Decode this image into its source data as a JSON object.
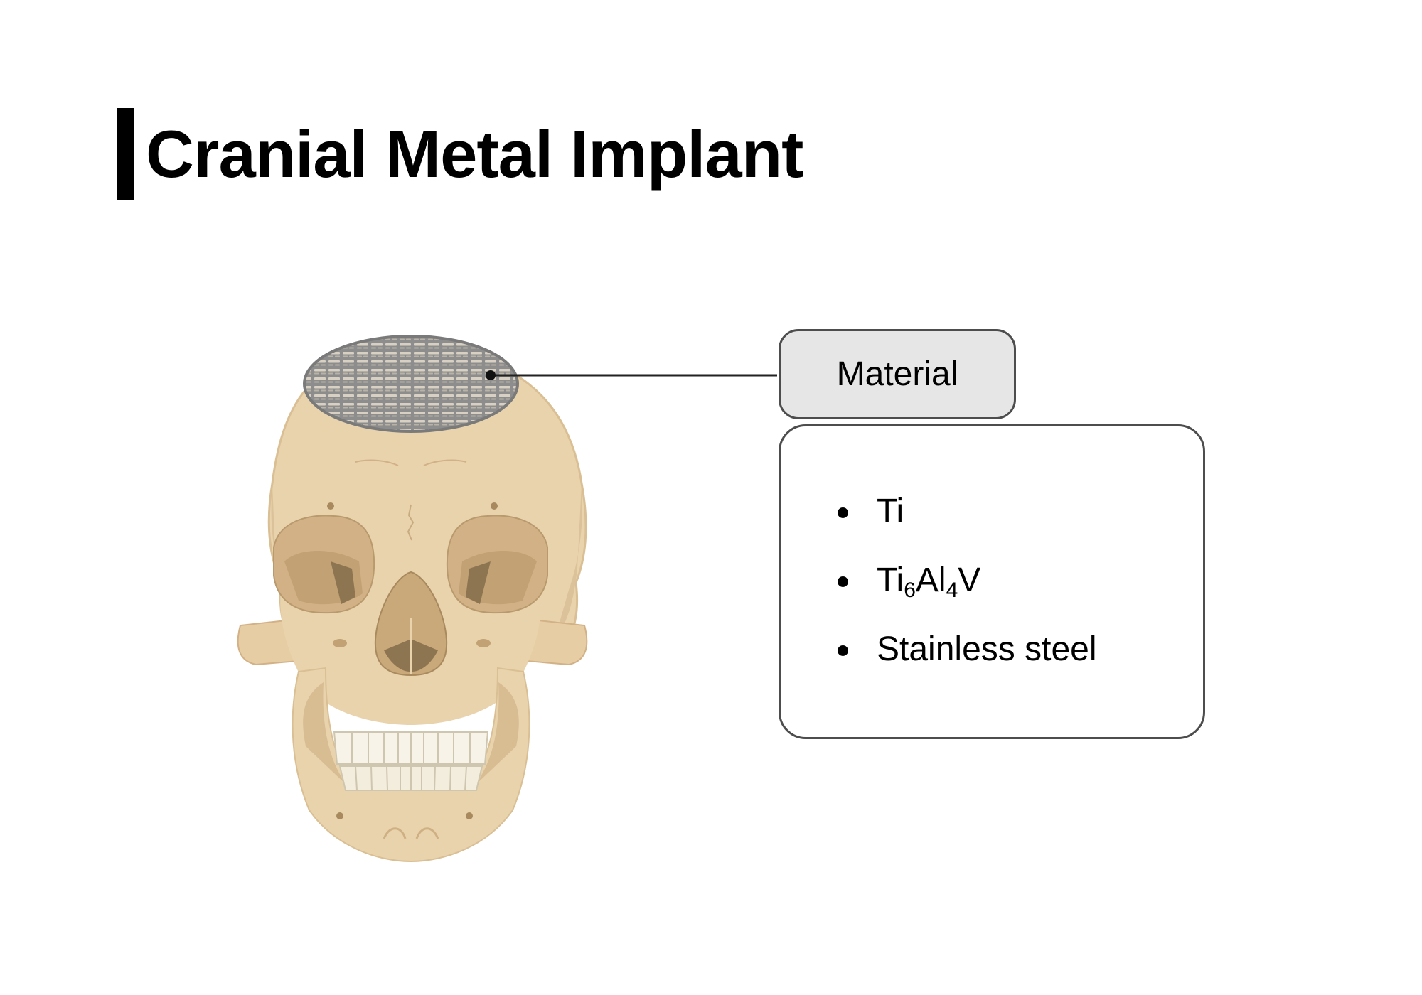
{
  "title": "Cranial Metal Implant",
  "callout": {
    "label": "Material",
    "materials": [
      {
        "parts": [
          {
            "text": "Ti"
          }
        ]
      },
      {
        "parts": [
          {
            "text": "Ti"
          },
          {
            "text": "6",
            "sub": true
          },
          {
            "text": "Al"
          },
          {
            "text": "4",
            "sub": true
          },
          {
            "text": "V"
          }
        ]
      },
      {
        "parts": [
          {
            "text": "Stainless steel"
          }
        ]
      }
    ]
  },
  "colors": {
    "bone": "#e9d3ad",
    "bone_shadow": "#d2b186",
    "bone_dark": "#b4946a",
    "teeth": "#f7f3e8",
    "implant": "#8d8d8d",
    "box_fill": "#e6e6e6",
    "box_border": "#4d4d4d"
  },
  "icons": {
    "skull": "skull-illustration",
    "implant": "titanium-mesh-implant"
  }
}
